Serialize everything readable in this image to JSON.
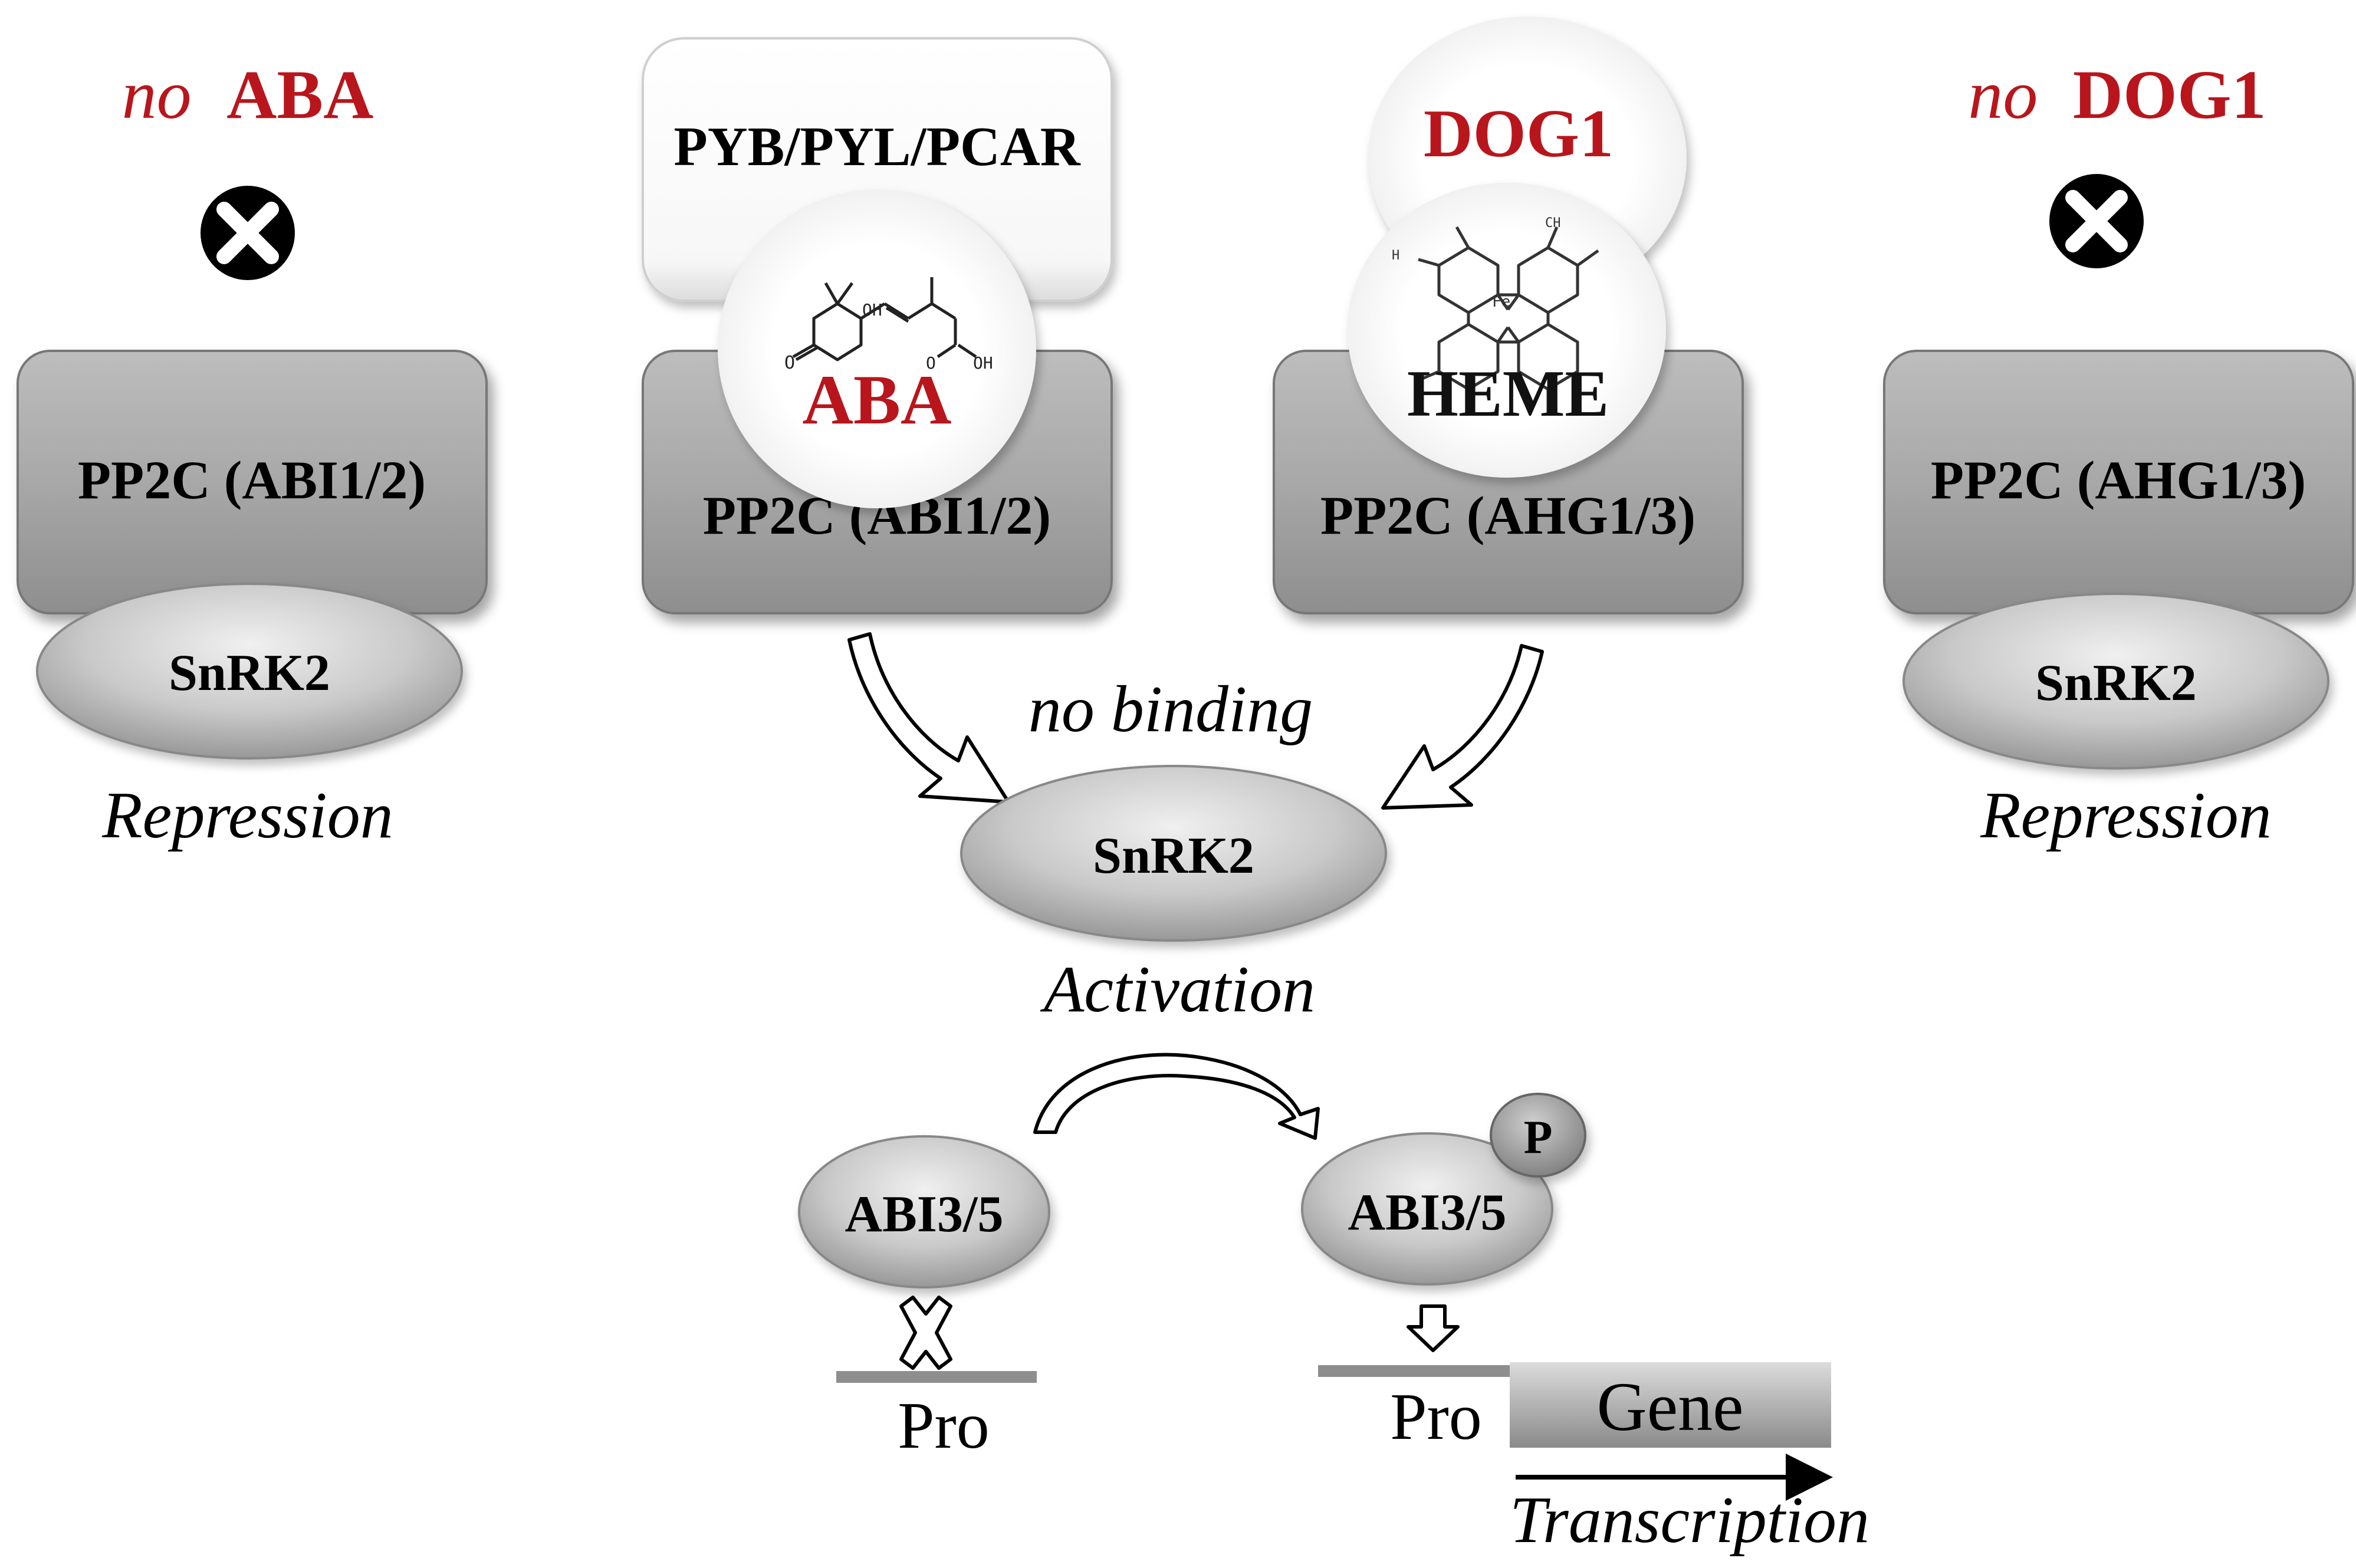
{
  "left_panel": {
    "condition_italic": "no",
    "condition_bold": "ABA",
    "block_icon": "x-circle-icon",
    "pp2c_label": "PP2C (ABI1/2)",
    "snrk2_label": "SnRK2",
    "state_label": "Repression"
  },
  "aba_panel": {
    "receptor_label": "PYB/PYL/PCAR",
    "ligand_label": "ABA",
    "ligand_icon": "aba-molecule-icon",
    "pp2c_label": "PP2C (ABI1/2)"
  },
  "dog1_panel": {
    "protein_label": "DOG1",
    "ligand_label": "HEME",
    "ligand_icon": "heme-porphyrin-icon",
    "pp2c_label": "PP2C (AHG1/3)"
  },
  "right_panel": {
    "condition_italic": "no",
    "condition_bold": "DOG1",
    "block_icon": "x-circle-icon",
    "pp2c_label": "PP2C (AHG1/3)",
    "snrk2_label": "SnRK2",
    "state_label": "Repression"
  },
  "center": {
    "binding_label": "no binding",
    "snrk2_label": "SnRK2",
    "state_label": "Activation"
  },
  "pathway": {
    "tf_inactive_label": "ABI3/5",
    "tf_active_label": "ABI3/5",
    "phospho_label": "P",
    "blocked_icon": "blocked-x-icon",
    "promoter_inactive_label": "Pro",
    "promoter_active_label": "Pro",
    "gene_label": "Gene",
    "transcription_label": "Transcription"
  },
  "colors": {
    "accent_red": "#B8161C",
    "box_gray": "#A6A6A6",
    "ellipse_gray": "#C8C8C8"
  }
}
